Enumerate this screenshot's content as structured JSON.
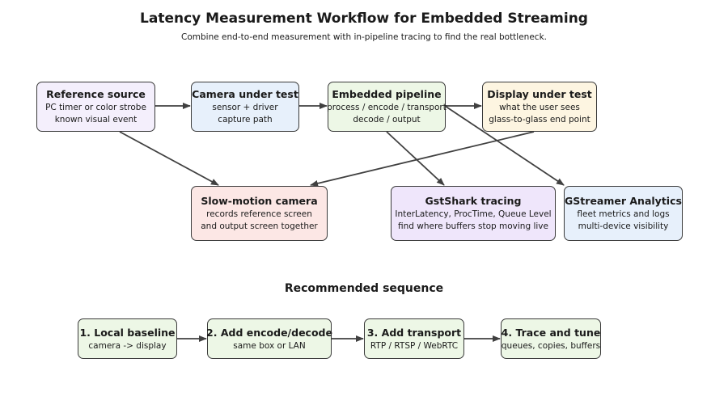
{
  "title": "Latency Measurement Workflow for Embedded Streaming",
  "subtitle": "Combine end-to-end measurement with in-pipeline tracing to find the real bottleneck.",
  "colors": {
    "lavender": "#f4effc",
    "blue": "#e7f0fb",
    "green": "#edf7e6",
    "yellow": "#fdf5e1",
    "pink": "#fce7e5",
    "purple": "#efe6fb",
    "border": "#3a3a3a",
    "arrow": "#404040"
  },
  "nodes": {
    "reference_source": {
      "title": "Reference source",
      "lines": [
        "PC timer or color strobe",
        "known visual event"
      ]
    },
    "camera_under_test": {
      "title": "Camera under test",
      "lines": [
        "sensor + driver",
        "capture path"
      ]
    },
    "embedded_pipeline": {
      "title": "Embedded pipeline",
      "lines": [
        "process / encode / transport",
        "decode / output"
      ]
    },
    "display_under_test": {
      "title": "Display under test",
      "lines": [
        "what the user sees",
        "glass-to-glass end point"
      ]
    },
    "slow_motion_camera": {
      "title": "Slow-motion camera",
      "lines": [
        "records reference screen",
        "and output screen together"
      ]
    },
    "gstshark_tracing": {
      "title": "GstShark tracing",
      "lines": [
        "InterLatency, ProcTime, Queue Level",
        "find where buffers stop moving live"
      ]
    },
    "gstreamer_analytics": {
      "title": "GStreamer Analytics",
      "lines": [
        "fleet metrics and logs",
        "multi-device visibility"
      ]
    }
  },
  "sequence": {
    "title": "Recommended sequence",
    "steps": [
      {
        "title": "1. Local baseline",
        "line": "camera -> display"
      },
      {
        "title": "2. Add encode/decode",
        "line": "same box or LAN"
      },
      {
        "title": "3. Add transport",
        "line": "RTP / RTSP / WebRTC"
      },
      {
        "title": "4. Trace and tune",
        "line": "queues, copies, buffers"
      }
    ]
  }
}
